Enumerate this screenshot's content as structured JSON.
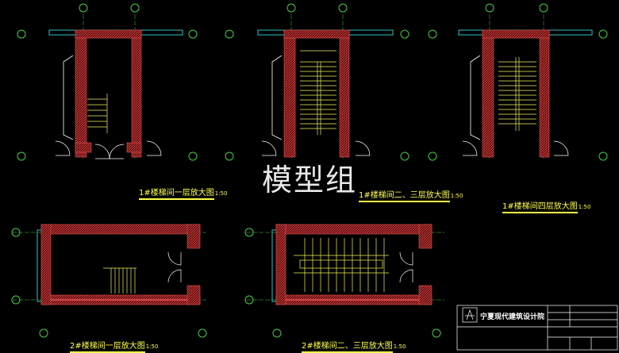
{
  "watermark": "模型组",
  "scale_suffix": "1:50",
  "views": [
    {
      "title": "1#楼梯间一层放大图"
    },
    {
      "title": "1#楼梯间二、三层放大图"
    },
    {
      "title": "1#楼梯间四层放大图"
    },
    {
      "title": "2#楼梯间一层放大图"
    },
    {
      "title": "2#楼梯间二、三层放大图"
    }
  ],
  "title_block": {
    "institute": "宁夏现代建筑设计院"
  },
  "colors": {
    "background": "#000000",
    "wall_hatch": "#e05050",
    "stair_lines": "#f0f060",
    "axis_bubble": "#40d040",
    "window_glazing": "#30c0c0",
    "doors": "#ffffff",
    "captions": "#ffff4a"
  }
}
